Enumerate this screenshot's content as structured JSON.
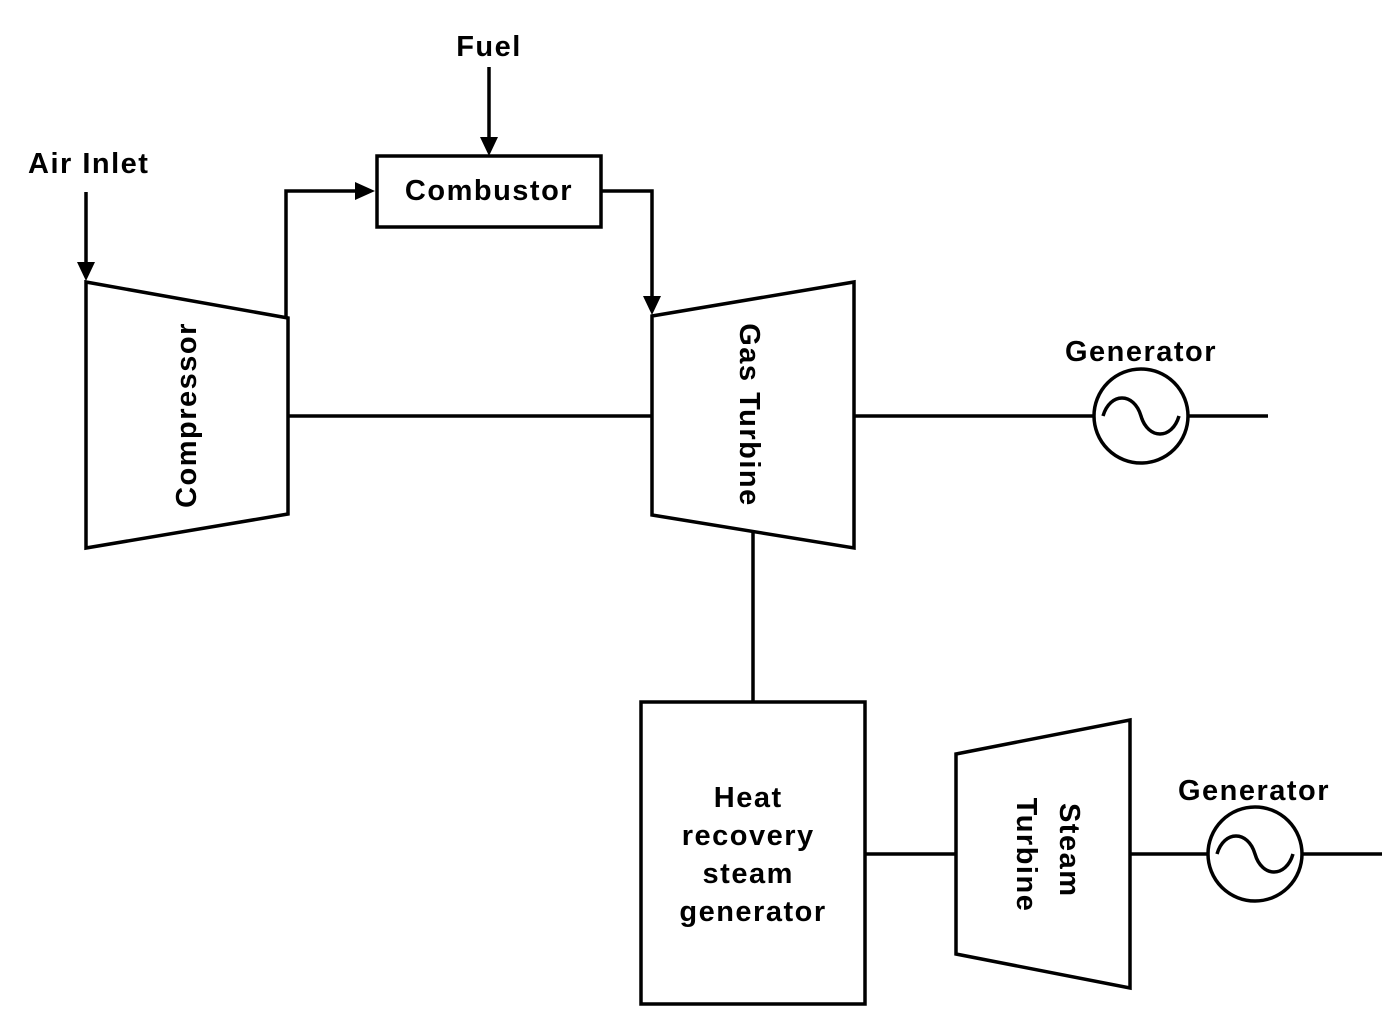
{
  "diagram": {
    "labels": {
      "fuel": "Fuel",
      "air_inlet": "Air Inlet",
      "combustor": "Combustor",
      "compressor": "Compressor",
      "gas_turbine": "Gas Turbine",
      "generator_top": "Generator",
      "hrsg": [
        "Heat",
        "recovery",
        "steam",
        "generator"
      ],
      "steam_turbine": [
        "Steam",
        "Turbine"
      ],
      "generator_bottom": "Generator"
    },
    "colors": {
      "line": "#000000",
      "background": "#ffffff"
    }
  }
}
